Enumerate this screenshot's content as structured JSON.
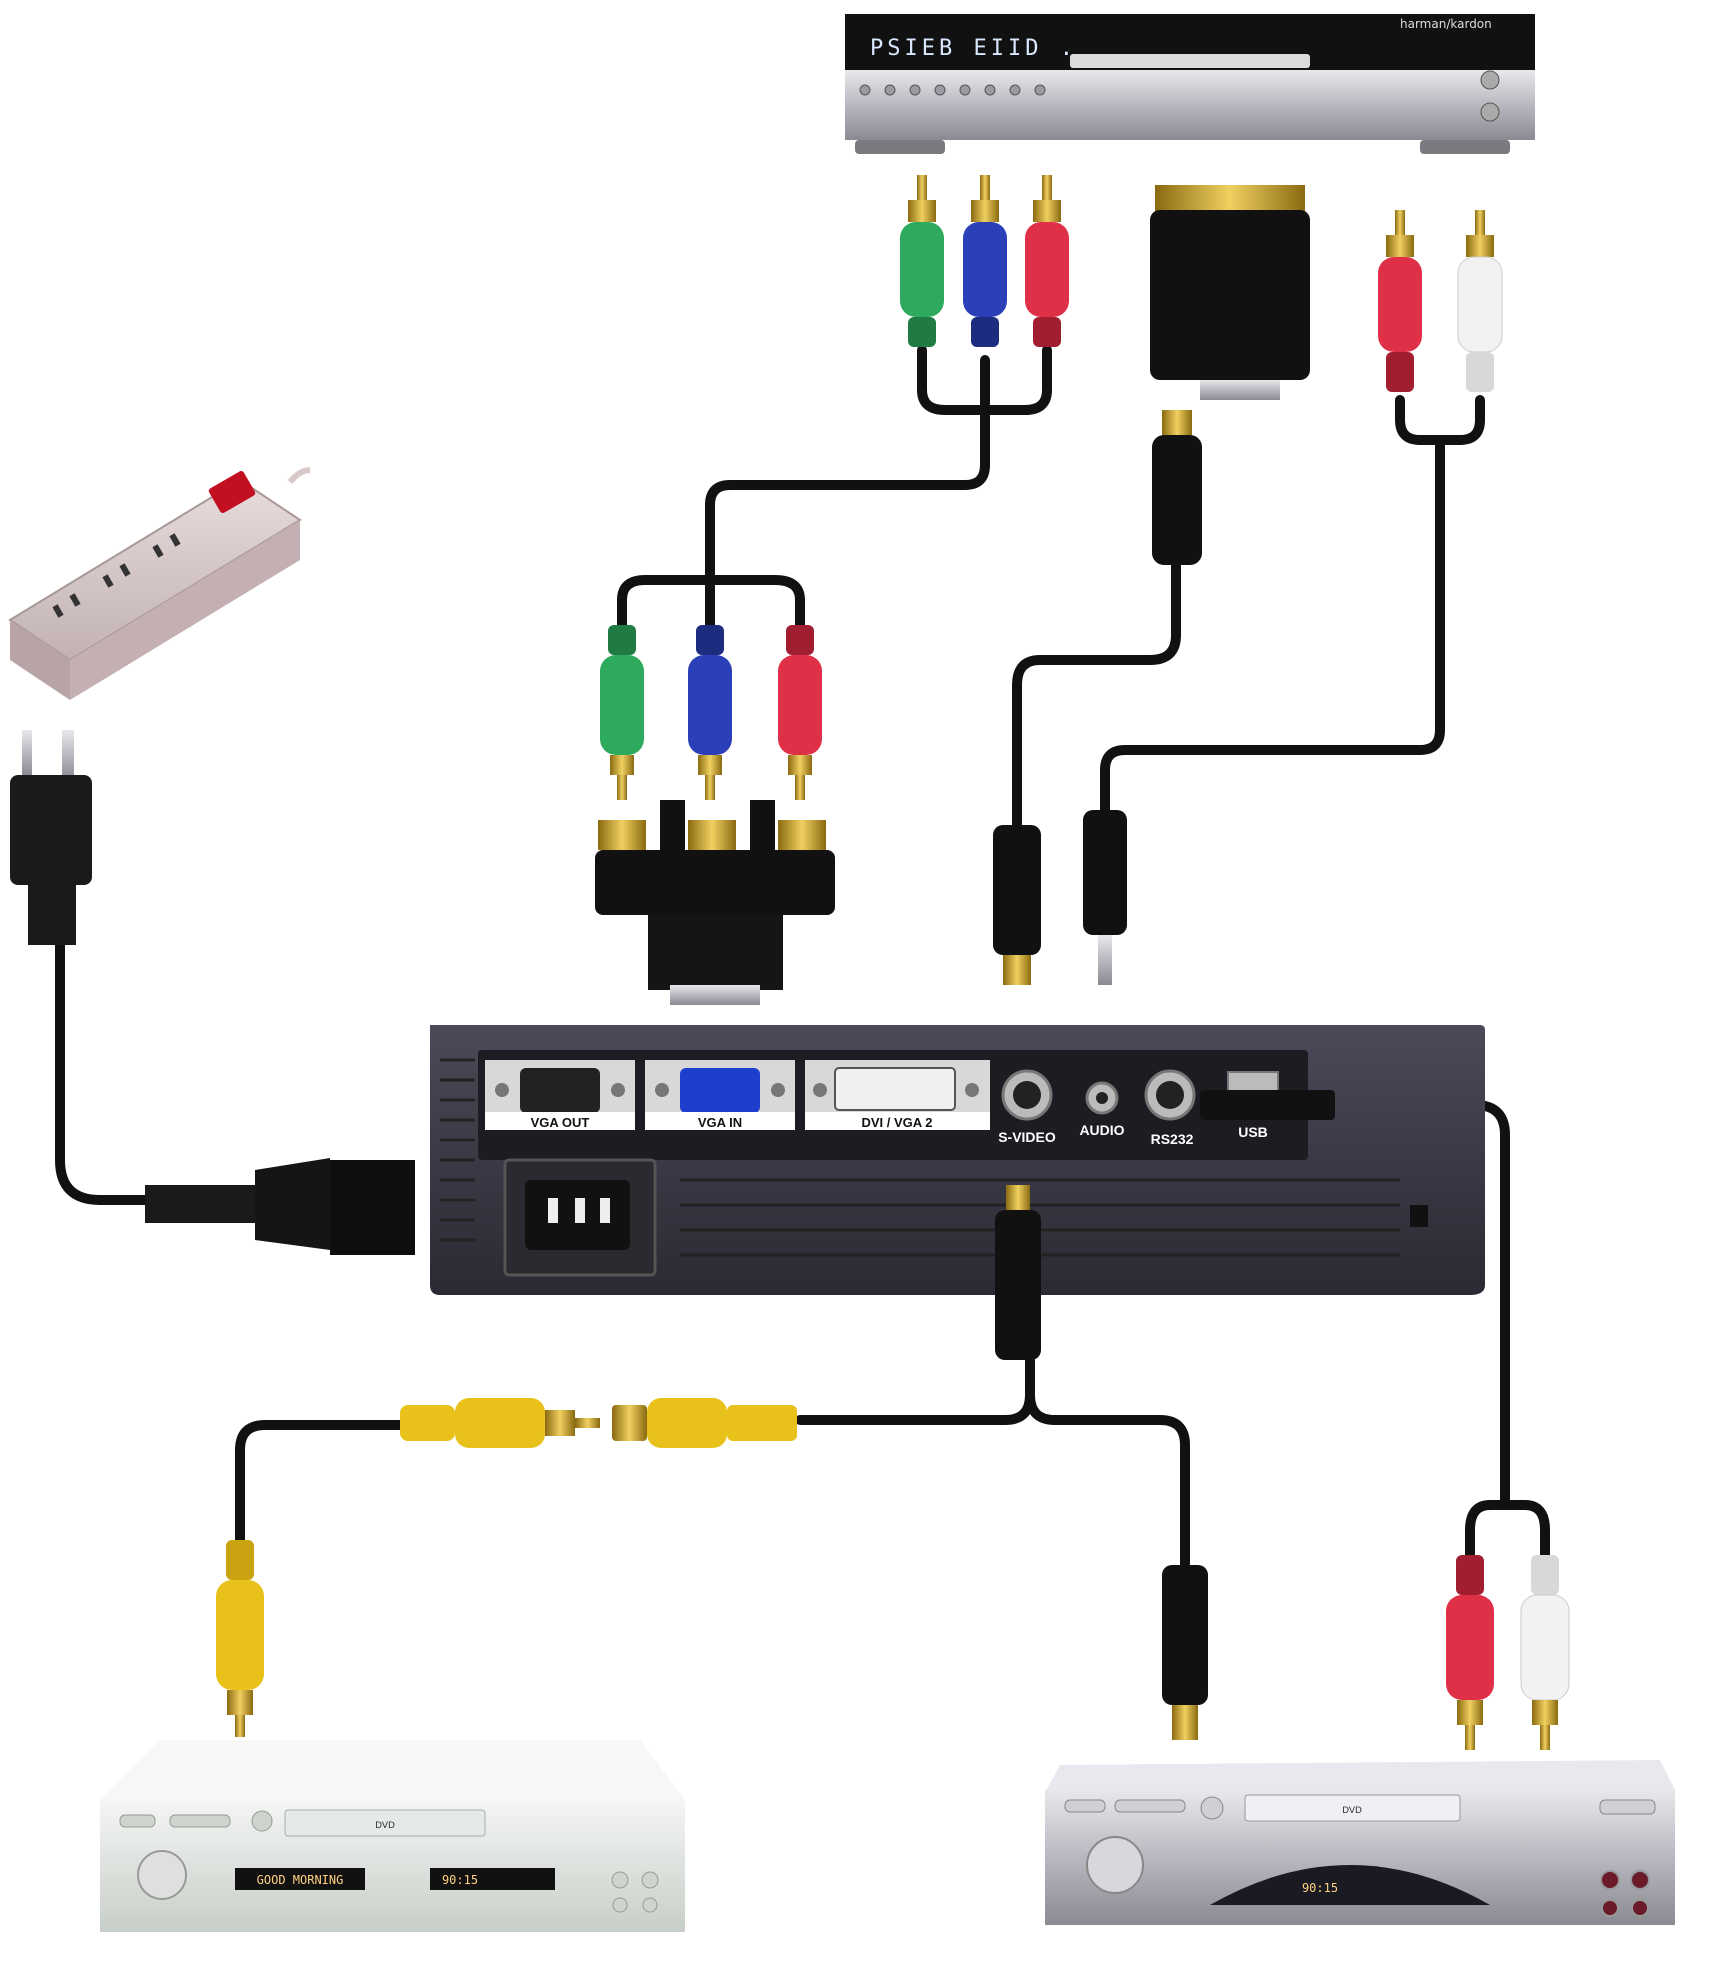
{
  "projector_ports": {
    "vga_out": "VGA OUT",
    "vga_in": "VGA IN",
    "dvi_vga2": "DVI / VGA 2",
    "s_video": "S-VIDEO",
    "audio": "AUDIO",
    "rs232": "RS232",
    "usb": "USB"
  },
  "receiver": {
    "brand": "harman/kardon",
    "display": "PSIEB EIID ."
  },
  "dvd_left": {
    "logo": "DVD",
    "display_text": "GOOD MORNING",
    "time": "90:15"
  },
  "dvd_right": {
    "logo": "DVD",
    "time": "90:15"
  },
  "colors": {
    "green_plug": "#2eaa5e",
    "blue_plug": "#2a3fb8",
    "red_plug": "#e03048",
    "white_plug": "#f2f2f2",
    "yellow_plug": "#e8c21a",
    "cable": "#111111",
    "projector_body": "#3a3a46"
  }
}
